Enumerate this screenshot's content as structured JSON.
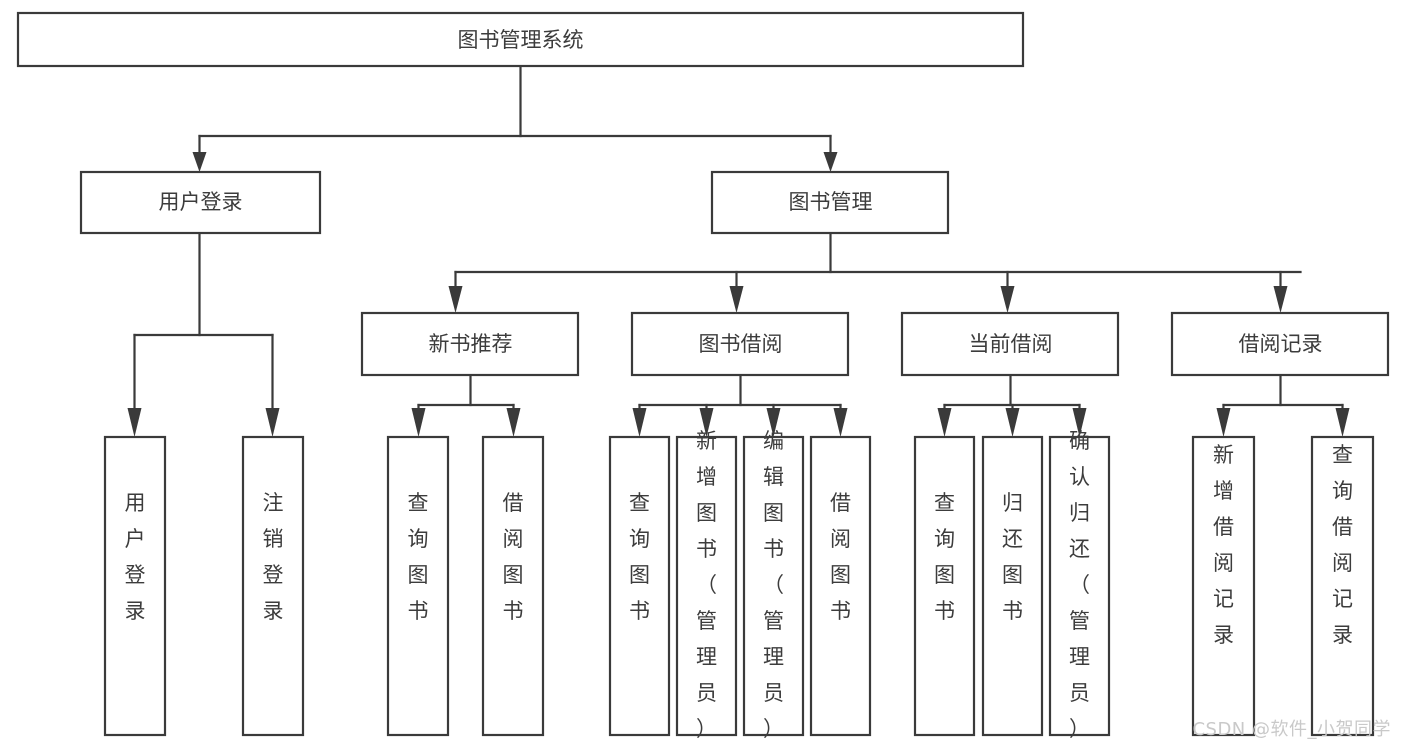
{
  "diagram": {
    "kind": "tree-structure-chart",
    "title": "图书管理系统",
    "colors": {
      "background": "#ffffff",
      "stroke": "#3a3a3a",
      "text": "#3c3c3c",
      "watermark": "#c9c9c9"
    },
    "root": {
      "id": "root",
      "label": "图书管理系统",
      "orientation": "horizontal"
    },
    "level1": [
      {
        "id": "user-login",
        "label": "用户登录",
        "orientation": "horizontal"
      },
      {
        "id": "book-management",
        "label": "图书管理",
        "orientation": "horizontal"
      }
    ],
    "level2": [
      {
        "id": "new-book-recommend",
        "label": "新书推荐",
        "parent": "book-management",
        "orientation": "horizontal"
      },
      {
        "id": "book-borrow",
        "label": "图书借阅",
        "parent": "book-management",
        "orientation": "horizontal"
      },
      {
        "id": "current-borrow",
        "label": "当前借阅",
        "parent": "book-management",
        "orientation": "horizontal"
      },
      {
        "id": "borrow-record",
        "label": "借阅记录",
        "parent": "book-management",
        "orientation": "horizontal"
      }
    ],
    "leaves": [
      {
        "id": "leaf-user-login",
        "label": "用户登录",
        "parent": "user-login",
        "orientation": "vertical"
      },
      {
        "id": "leaf-user-logout",
        "label": "注销登录",
        "parent": "user-login",
        "orientation": "vertical"
      },
      {
        "id": "leaf-query-book-1",
        "label": "查询图书",
        "parent": "new-book-recommend",
        "orientation": "vertical"
      },
      {
        "id": "leaf-borrow-book-1",
        "label": "借阅图书",
        "parent": "new-book-recommend",
        "orientation": "vertical"
      },
      {
        "id": "leaf-query-book-2",
        "label": "查询图书",
        "parent": "book-borrow",
        "orientation": "vertical"
      },
      {
        "id": "leaf-add-book",
        "label": "新增图书（管理员）",
        "parent": "book-borrow",
        "orientation": "vertical"
      },
      {
        "id": "leaf-edit-book",
        "label": "编辑图书（管理员）",
        "parent": "book-borrow",
        "orientation": "vertical"
      },
      {
        "id": "leaf-borrow-book-2",
        "label": "借阅图书",
        "parent": "book-borrow",
        "orientation": "vertical"
      },
      {
        "id": "leaf-query-book-3",
        "label": "查询图书",
        "parent": "current-borrow",
        "orientation": "vertical"
      },
      {
        "id": "leaf-return-book",
        "label": "归还图书",
        "parent": "current-borrow",
        "orientation": "vertical"
      },
      {
        "id": "leaf-confirm-return",
        "label": "确认归还（管理员）",
        "parent": "current-borrow",
        "orientation": "vertical"
      },
      {
        "id": "leaf-add-record",
        "label": "新增借阅记录",
        "parent": "borrow-record",
        "orientation": "vertical"
      },
      {
        "id": "leaf-query-record",
        "label": "查询借阅记录",
        "parent": "borrow-record",
        "orientation": "vertical"
      }
    ],
    "watermark": "CSDN @软件_小贺同学"
  }
}
